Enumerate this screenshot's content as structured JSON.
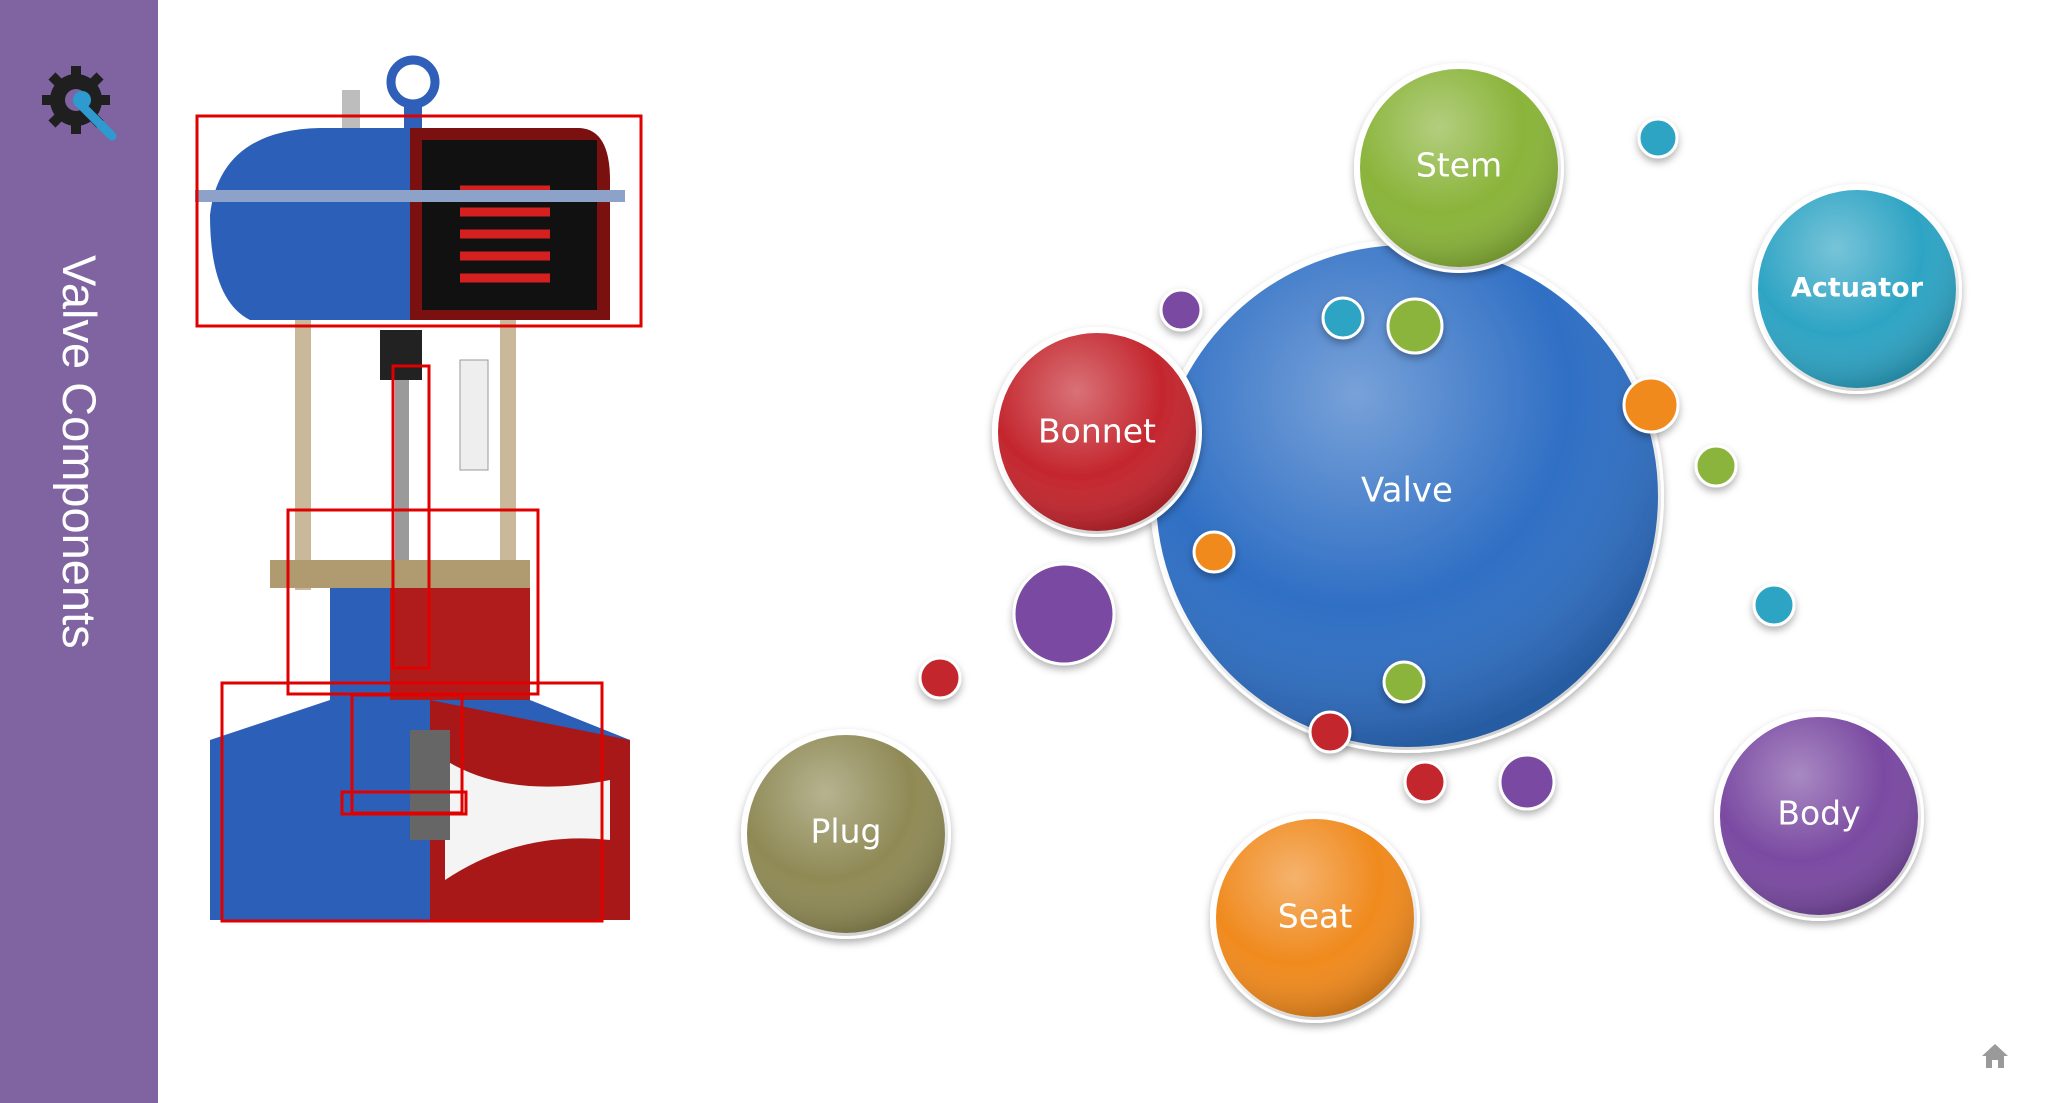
{
  "slide": {
    "title": "Valve Components"
  },
  "diagram": {
    "center": "Valve",
    "nodes": [
      "Stem",
      "Actuator",
      "Bonnet",
      "Plug",
      "Seat",
      "Body"
    ]
  },
  "colors": {
    "sidebar": "#8064a2",
    "center": "#2f6fc4",
    "stem": "#8ab43a",
    "actuator": "#2ea4c4",
    "bonnet": "#c4262e",
    "plug": "#8f8a55",
    "seat": "#f08a1e",
    "body": "#7a4aa2",
    "highlight": "#e00000"
  },
  "icons": {
    "settings": "gear-wrench-icon",
    "home": "home-icon"
  }
}
